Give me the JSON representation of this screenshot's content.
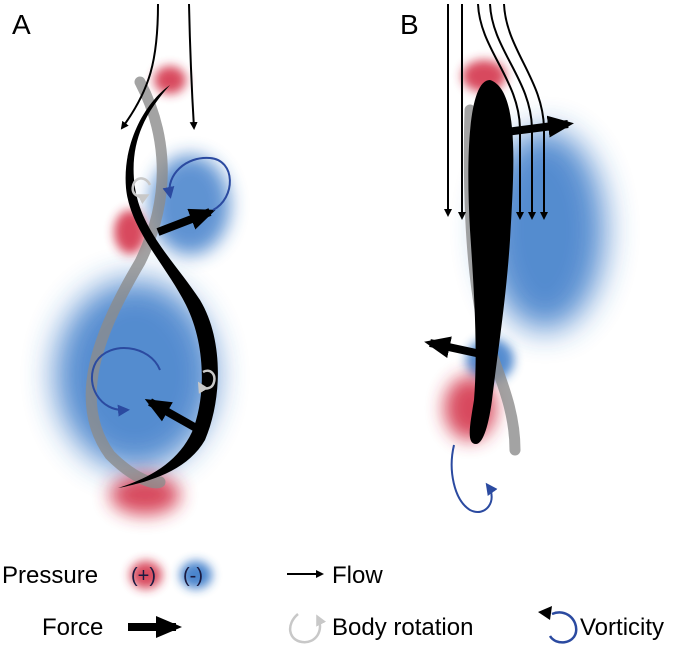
{
  "panels": [
    {
      "label": "A"
    },
    {
      "label": "B"
    }
  ],
  "legend": {
    "pressure_label": "Pressure",
    "positive_sign": "(+)",
    "negative_sign": "(-)",
    "flow_label": "Flow",
    "force_label": "Force",
    "body_rotation_label": "Body rotation",
    "vorticity_label": "Vorticity"
  },
  "colors": {
    "positive_pressure": "#d22a42",
    "negative_pressure": "#2a6fc4",
    "vorticity": "#2b4aa0",
    "body_rotation": "#c8c8c8",
    "body": "#000000",
    "previous_body": "#8c8c8c"
  }
}
